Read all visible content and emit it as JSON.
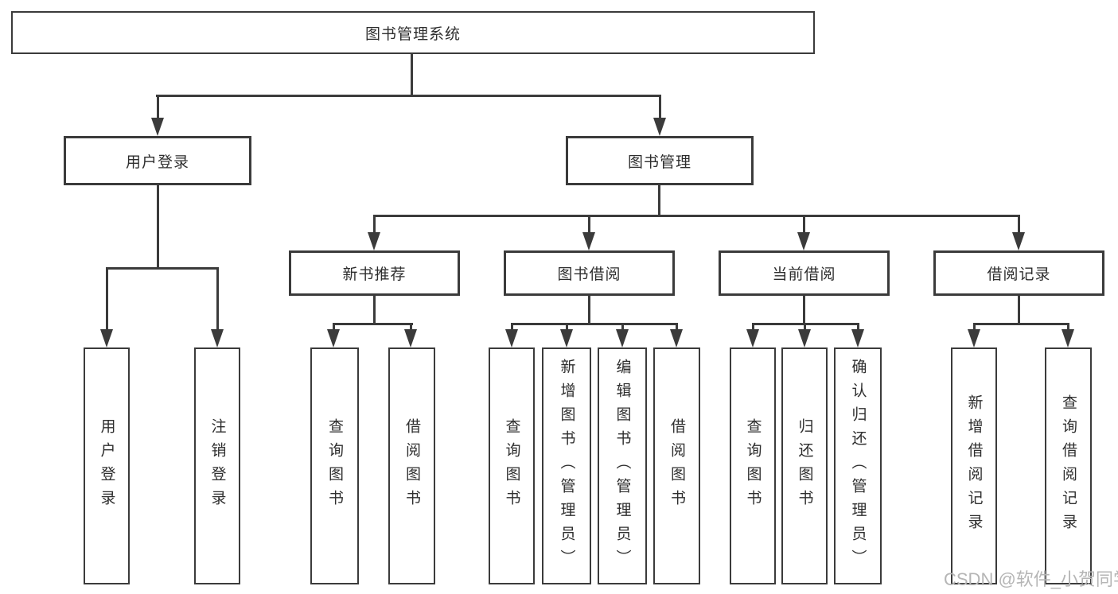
{
  "colors": {
    "line": "#3b3b3b",
    "text": "#2e2e2e",
    "background": "#ffffff",
    "watermark": "#b5b5b5"
  },
  "tree": {
    "root": {
      "label": "图书管理系统"
    },
    "children": [
      {
        "label": "用户登录",
        "leaves": [
          {
            "label": "用户登录"
          },
          {
            "label": "注销登录"
          }
        ]
      },
      {
        "label": "图书管理",
        "children": [
          {
            "label": "新书推荐",
            "leaves": [
              {
                "label": "查询图书"
              },
              {
                "label": "借阅图书"
              }
            ]
          },
          {
            "label": "图书借阅",
            "leaves": [
              {
                "label": "查询图书"
              },
              {
                "label": "新增图书（管理员）"
              },
              {
                "label": "编辑图书（管理员）"
              },
              {
                "label": "借阅图书"
              }
            ]
          },
          {
            "label": "当前借阅",
            "leaves": [
              {
                "label": "查询图书"
              },
              {
                "label": "归还图书"
              },
              {
                "label": "确认归还（管理员）"
              }
            ]
          },
          {
            "label": "借阅记录",
            "leaves": [
              {
                "label": "新增借阅记录"
              },
              {
                "label": "查询借阅记录"
              }
            ]
          }
        ]
      }
    ]
  },
  "watermark": {
    "text": "CSDN @软件_小贺同学"
  }
}
